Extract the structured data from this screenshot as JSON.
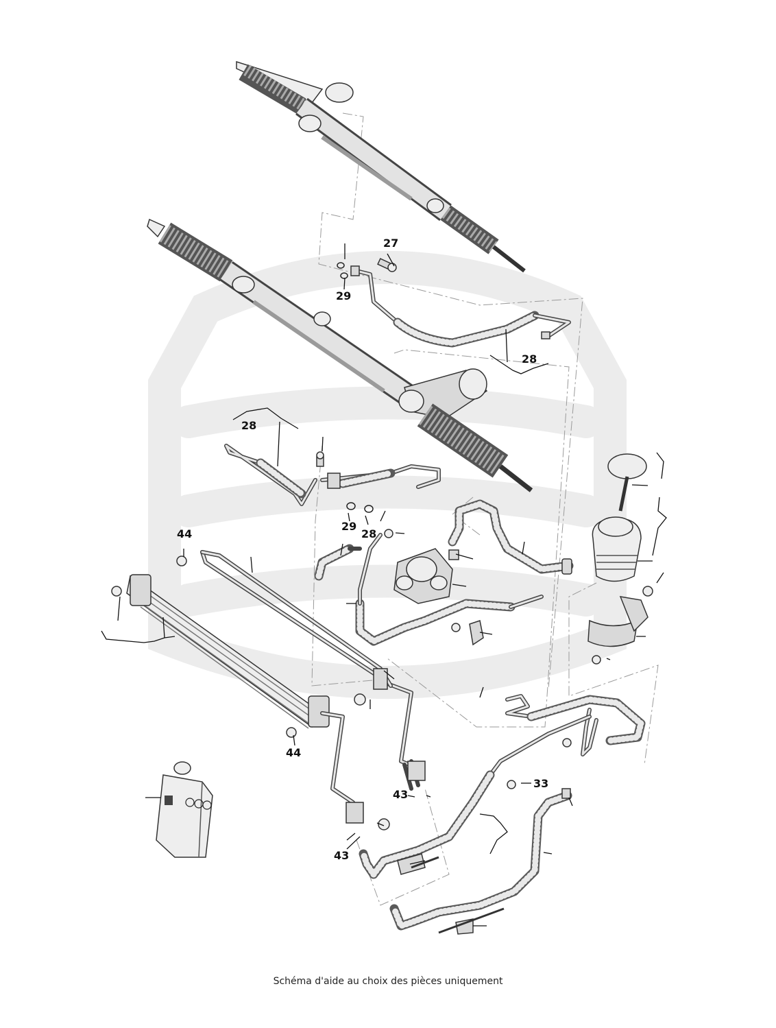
{
  "watermark": {
    "color": "#e8e8e8"
  },
  "callouts": {
    "c27": "27",
    "c29a": "29",
    "c28a": "28",
    "c28b": "28",
    "c29b": "29",
    "c28c": "28",
    "c44a": "44",
    "c44b": "44",
    "c43a": "43",
    "c43b": "43",
    "c33": "33"
  },
  "caption": "Schéma d'aide au choix des pièces uniquement"
}
